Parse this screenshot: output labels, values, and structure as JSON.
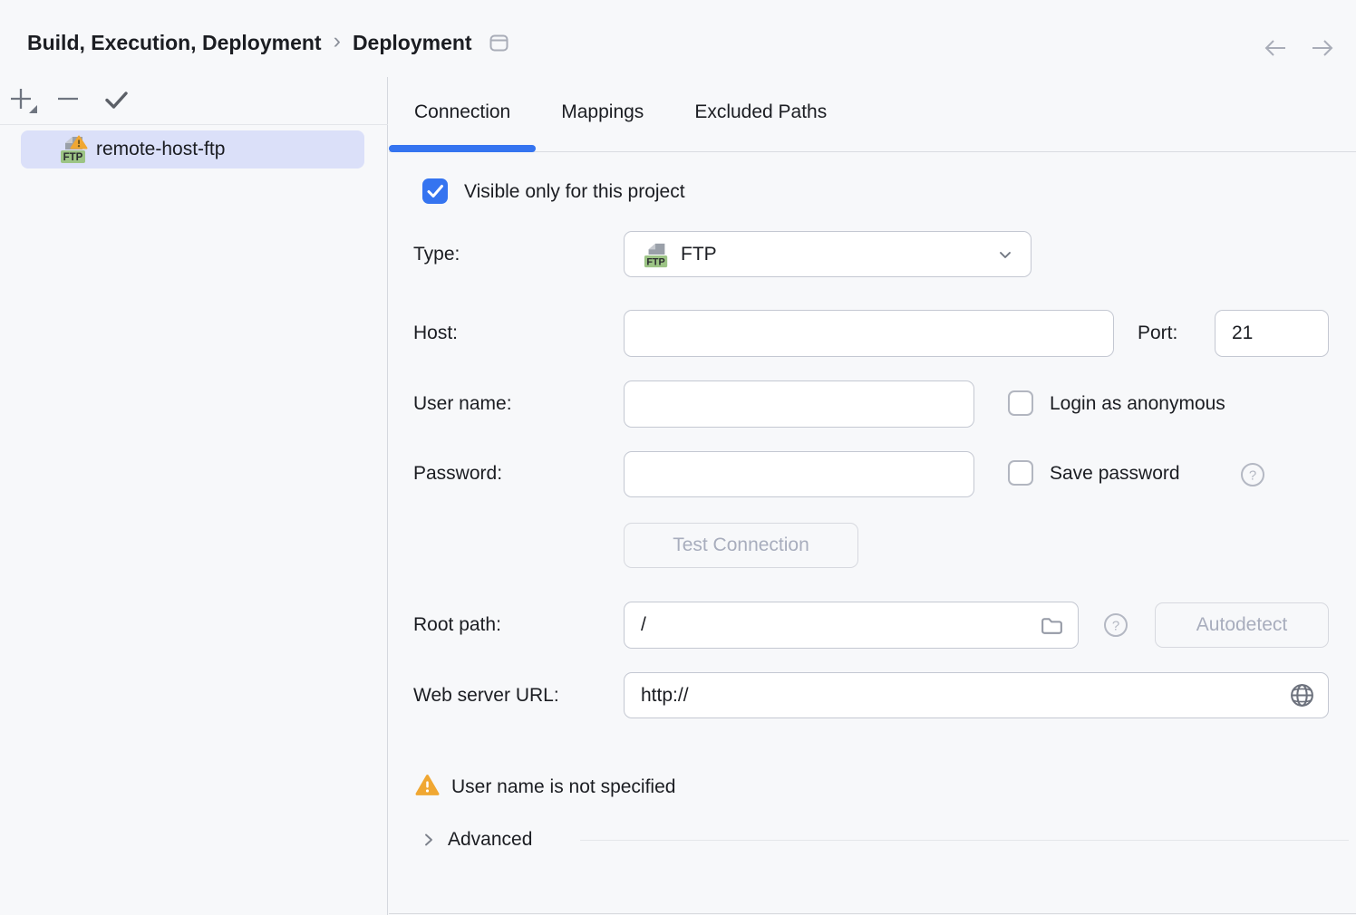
{
  "header": {
    "breadcrumb": [
      "Build, Execution, Deployment",
      "Deployment"
    ],
    "separator": "›"
  },
  "sidebar": {
    "items": [
      {
        "label": "remote-host-ftp",
        "selected": true
      }
    ]
  },
  "tabs": [
    {
      "label": "Connection",
      "active": true
    },
    {
      "label": "Mappings",
      "active": false
    },
    {
      "label": "Excluded Paths",
      "active": false
    }
  ],
  "form": {
    "visible_only": {
      "label": "Visible only for this project",
      "checked": true
    },
    "type": {
      "label": "Type:",
      "value": "FTP"
    },
    "host": {
      "label": "Host:",
      "value": ""
    },
    "port": {
      "label": "Port:",
      "value": "21"
    },
    "user_name": {
      "label": "User name:",
      "value": ""
    },
    "login_anonymous": {
      "label": "Login as anonymous",
      "checked": false
    },
    "password": {
      "label": "Password:",
      "value": ""
    },
    "save_password": {
      "label": "Save password",
      "checked": false
    },
    "test_connection_label": "Test Connection",
    "root_path": {
      "label": "Root path:",
      "value": "/"
    },
    "autodetect_label": "Autodetect",
    "web_server_url": {
      "label": "Web server URL:",
      "value": "http://"
    },
    "warning_text": "User name is not specified",
    "advanced_label": "Advanced",
    "ftp_badge_text": "FTP"
  },
  "colors": {
    "accent": "#3574F0",
    "selection_bg": "#DBE0F9",
    "warning": "#F0A732",
    "ftp_badge": "#9CC485",
    "background": "#F7F8FA"
  }
}
